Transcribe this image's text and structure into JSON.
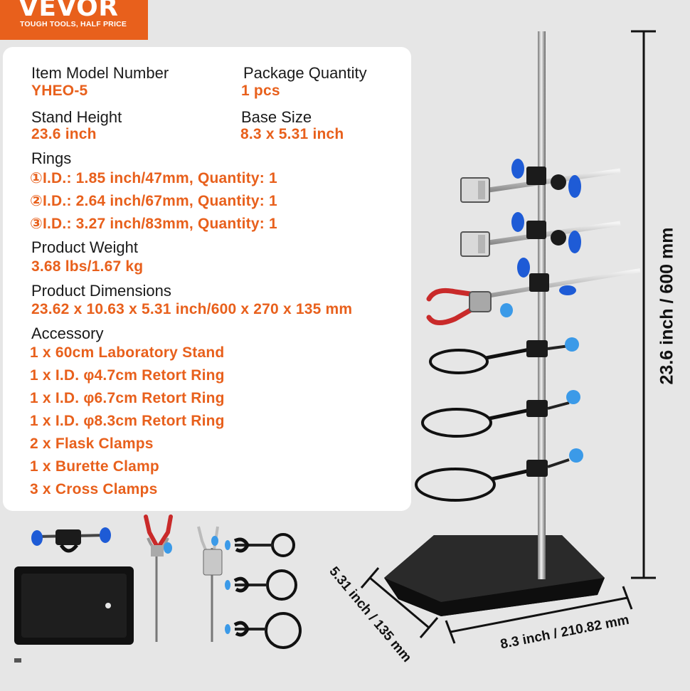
{
  "brand": {
    "name": "VEVOR",
    "tagline": "TOUGH TOOLS, HALF PRICE"
  },
  "specs": {
    "model_label": "Item Model Number",
    "model_value": "YHEO-5",
    "quantity_label": "Package Quantity",
    "quantity_value": "1 pcs",
    "height_label": "Stand Height",
    "height_value": "23.6 inch",
    "base_label": "Base Size",
    "base_value": "8.3 x 5.31 inch",
    "rings_label": "Rings",
    "rings": [
      "①I.D.: 1.85 inch/47mm, Quantity: 1",
      "②I.D.: 2.64 inch/67mm, Quantity: 1",
      "③I.D.: 3.27 inch/83mm, Quantity: 1"
    ],
    "weight_label": "Product Weight",
    "weight_value": "3.68 lbs/1.67 kg",
    "dimensions_label": "Product Dimensions",
    "dimensions_value": "23.62 x 10.63 x 5.31 inch/600 x 270 x 135 mm",
    "accessory_label": "Accessory",
    "accessories": [
      "1 x 60cm Laboratory Stand",
      "1 x I.D. φ4.7cm Retort Ring",
      "1 x I.D. φ6.7cm Retort Ring",
      "1 x I.D. φ8.3cm Retort Ring",
      "2 x Flask Clamps",
      "1 x Burette Clamp",
      "3 x Cross Clamps"
    ]
  },
  "dimensions": {
    "height": "23.6 inch / 600 mm",
    "depth": "5.31 inch / 135 mm",
    "width": "8.3 inch / 210.82 mm"
  },
  "colors": {
    "accent": "#e8601c",
    "knob": "#1e5bd6",
    "clamp": "#c92a2a"
  }
}
